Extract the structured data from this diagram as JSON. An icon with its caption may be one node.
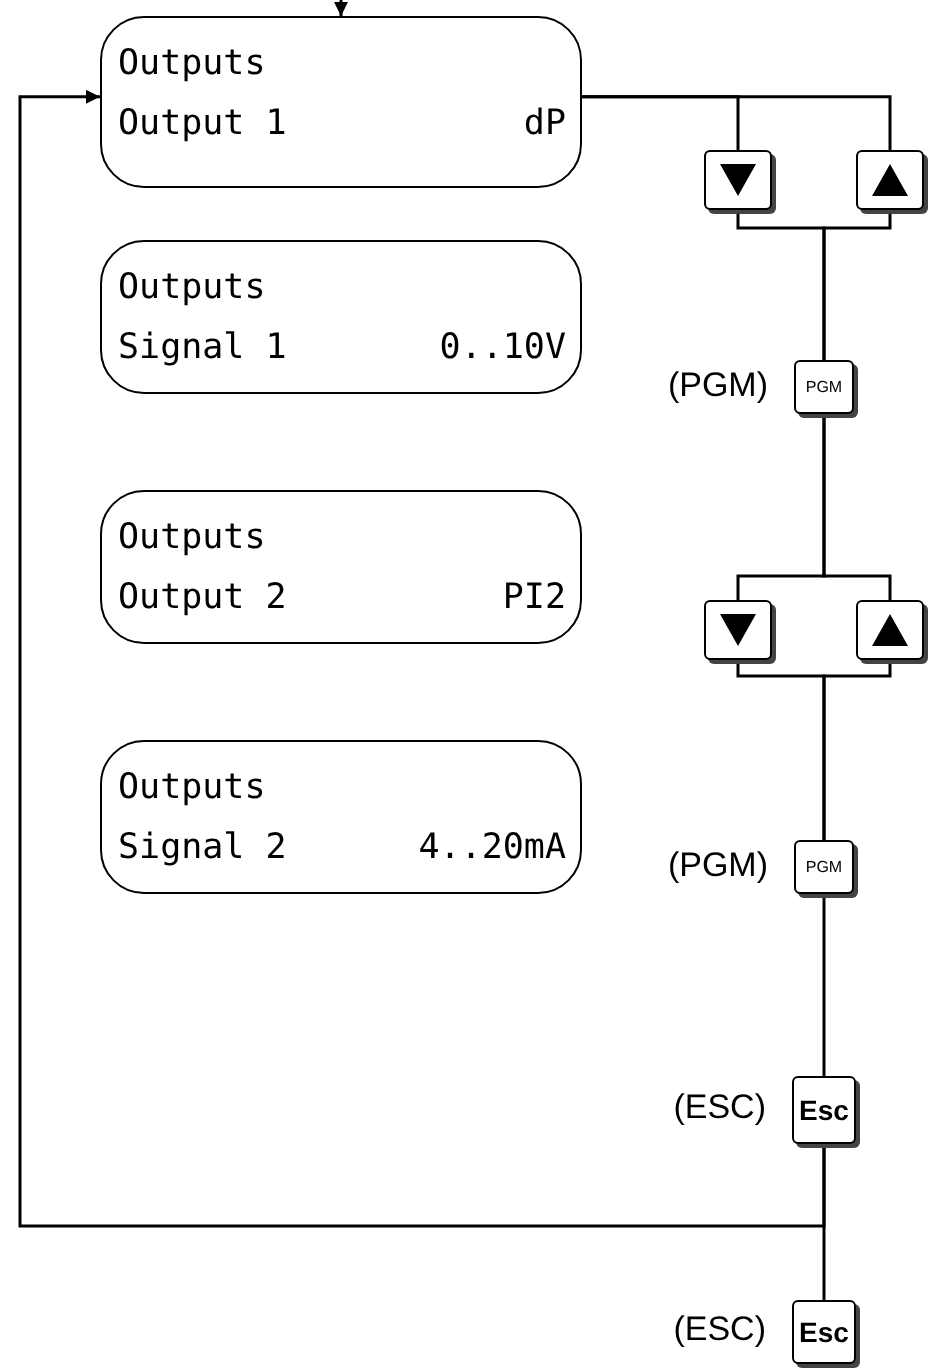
{
  "diagram": {
    "nodes": [
      {
        "text": [
          "Outputs",
          "Output 1",
          "dP"
        ]
      },
      {
        "text": [],
        "shape": "box"
      },
      {
        "text": [],
        "shape": "box"
      },
      {
        "text": [
          "Outputs",
          "Signal 1",
          "0..10V"
        ]
      },
      {
        "text": [
          "PGM"
        ],
        "beside": [
          "(PGM)"
        ]
      },
      {
        "text": [
          "Outputs",
          "Output 2",
          "PI2"
        ]
      },
      {
        "text": [],
        "shape": "box"
      },
      {
        "text": [],
        "shape": "box"
      },
      {
        "text": [
          "Outputs",
          "Signal 2",
          "4..20mA"
        ]
      },
      {
        "text": [
          "PGM"
        ],
        "beside": [
          "(PGM)"
        ]
      },
      {
        "text": [
          "Esc"
        ],
        "beside": [
          "(ESC)"
        ]
      },
      {
        "text": [
          "Esc"
        ],
        "beside": [
          "(ESC)"
        ]
      }
    ],
    "edges": [
      {
        "from": null,
        "to": 0,
        "arrow": "to"
      },
      {
        "from": 0,
        "to": 1,
        "arrow": "none"
      },
      {
        "from": 0,
        "to": 2,
        "arrow": "none"
      },
      {
        "from": 1,
        "to": 4,
        "arrow": "none"
      },
      {
        "from": 2,
        "to": 4,
        "arrow": "none"
      },
      {
        "from": 4,
        "to": 6,
        "arrow": "none"
      },
      {
        "from": 4,
        "to": 7,
        "arrow": "none"
      },
      {
        "from": 6,
        "to": 9,
        "arrow": "none"
      },
      {
        "from": 7,
        "to": 9,
        "arrow": "none"
      },
      {
        "from": 9,
        "to": 10,
        "arrow": "none"
      },
      {
        "from": 10,
        "to": 0,
        "arrow": "to"
      },
      {
        "from": 10,
        "to": 11,
        "arrow": "none"
      }
    ]
  }
}
